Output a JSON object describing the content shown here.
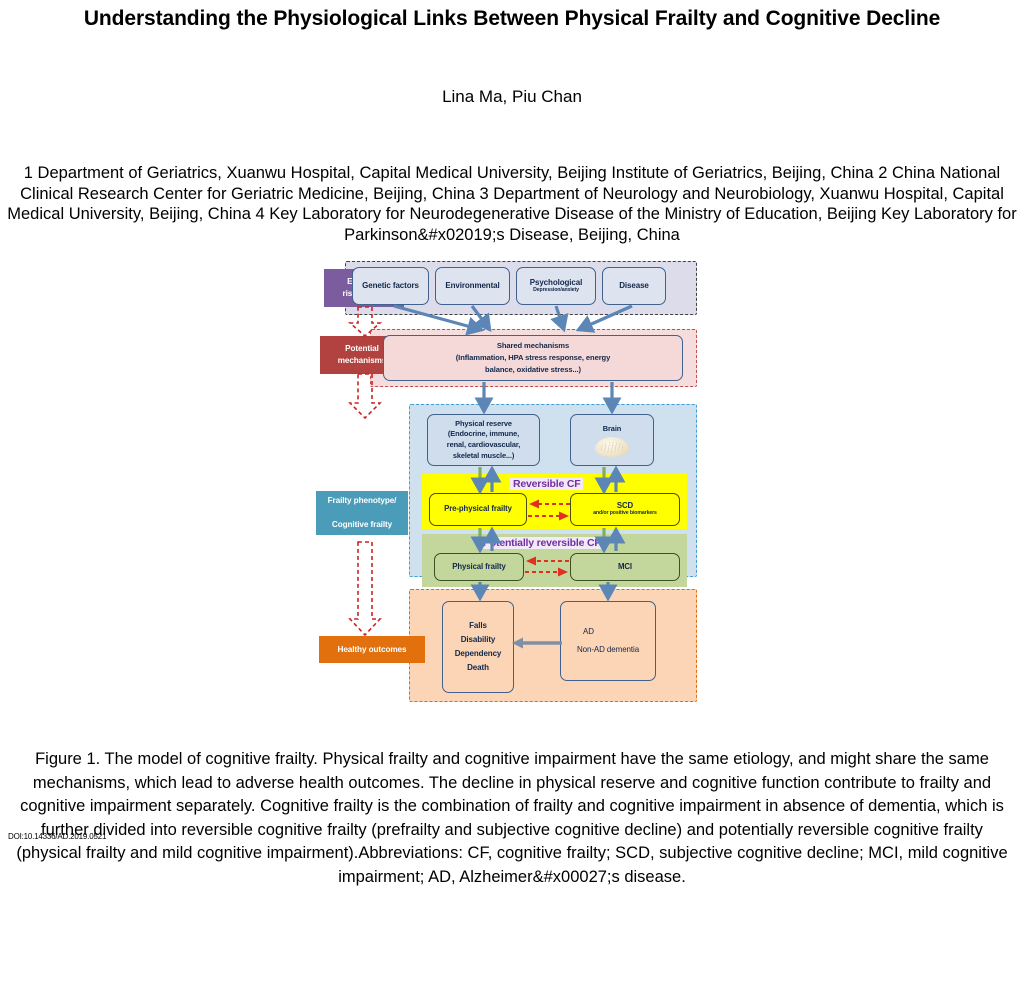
{
  "article": {
    "title": "Understanding the Physiological Links Between Physical Frailty and Cognitive Decline",
    "authors": "Lina Ma, Piu Chan",
    "affiliations": "1 Department of Geriatrics, Xuanwu Hospital, Capital Medical University, Beijing Institute of Geriatrics, Beijing, China 2 China National Clinical Research Center for Geriatric Medicine, Beijing, China 3 Department of Neurology and Neurobiology, Xuanwu Hospital, Capital Medical University, Beijing, China 4 Key Laboratory for Neurodegenerative Disease of the Ministry of Education, Beijing Key Laboratory for Parkinson&#x02019;s Disease, Beijing, China",
    "doi": "DOI:10.14336/AD.2019.0521",
    "caption": "Figure 1.   The model of cognitive frailty. Physical frailty and cognitive impairment have the same etiology, and might share the same mechanisms, which lead to adverse health outcomes. The decline in physical reserve and cognitive function contribute to frailty and cognitive impairment separately. Cognitive frailty is the combination of frailty and cognitive impairment in absence of dementia, which is further divided into reversible cognitive frailty (prefrailty and subjective cognitive decline) and potentially reversible cognitive frailty (physical frailty and mild cognitive impairment).Abbreviations: CF, cognitive frailty; SCD, subjective cognitive decline; MCI, mild cognitive impairment; AD, Alzheimer&#x00027;s disease."
  },
  "figure": {
    "stage_labels": [
      {
        "id": "etiology",
        "line1": "Etiology/",
        "line2": "risk factors",
        "color": "#7b5c9e"
      },
      {
        "id": "mechanisms",
        "line1": "Potential",
        "line2": "mechanisms",
        "color": "#b1423f"
      },
      {
        "id": "frailty-phenotype",
        "line1": "Frailty phenotype/",
        "line2": "Cognitive frailty",
        "color": "#4a9cb8"
      },
      {
        "id": "healthy-outcomes",
        "line1": "Healthy outcomes",
        "line2": "",
        "color": "#e1700d"
      }
    ],
    "etiology_nodes": [
      {
        "label": "Genetic factors",
        "sub": ""
      },
      {
        "label": "Environmental",
        "sub": ""
      },
      {
        "label": "Psychological",
        "sub": "Depression/anxiety"
      },
      {
        "label": "Disease",
        "sub": ""
      }
    ],
    "shared_mechanisms": {
      "line1": "Shared mechanisms",
      "line2": "(Inflammation, HPA stress response, energy",
      "line3": "balance, oxidative stress...)"
    },
    "reserve_nodes": {
      "physical_reserve": {
        "line1": "Physical reserve",
        "line2": "(Endocrine, immune,",
        "line3": "renal, cardiovascular,",
        "line4": "skeletal muscle...)"
      },
      "brain": {
        "label": "Brain"
      }
    },
    "reversible_cf": {
      "band": "Reversible CF",
      "left": "Pre-physical  frailty",
      "right_main": "SCD",
      "right_sub": "and/or positive biomarkers",
      "band_color": "#ffff00"
    },
    "potentially_reversible_cf": {
      "band": "Potentially reversible CF",
      "left": "Physical frailty",
      "right": "MCI",
      "band_color": "#c3d69b"
    },
    "outcomes": {
      "left_lines": [
        "Falls",
        "Disability",
        "Dependency",
        "Death"
      ],
      "right_main": "AD",
      "right_sub": "Non-AD dementia",
      "band_color": "#fbd5b5"
    },
    "group_colors": {
      "etiology_fill": "#dcdcea",
      "etiology_border": "#404040",
      "mechanisms_fill": "#f6dddd",
      "mechanisms_border": "#c0504d",
      "frailty_fill": "#cfe0ef",
      "frailty_border": "#3d9fd4",
      "outcomes_border": "#e36c09",
      "arrow_blue": "#5b86b5",
      "arrow_red": "#e03020",
      "arrow_green": "#83ad60"
    }
  }
}
